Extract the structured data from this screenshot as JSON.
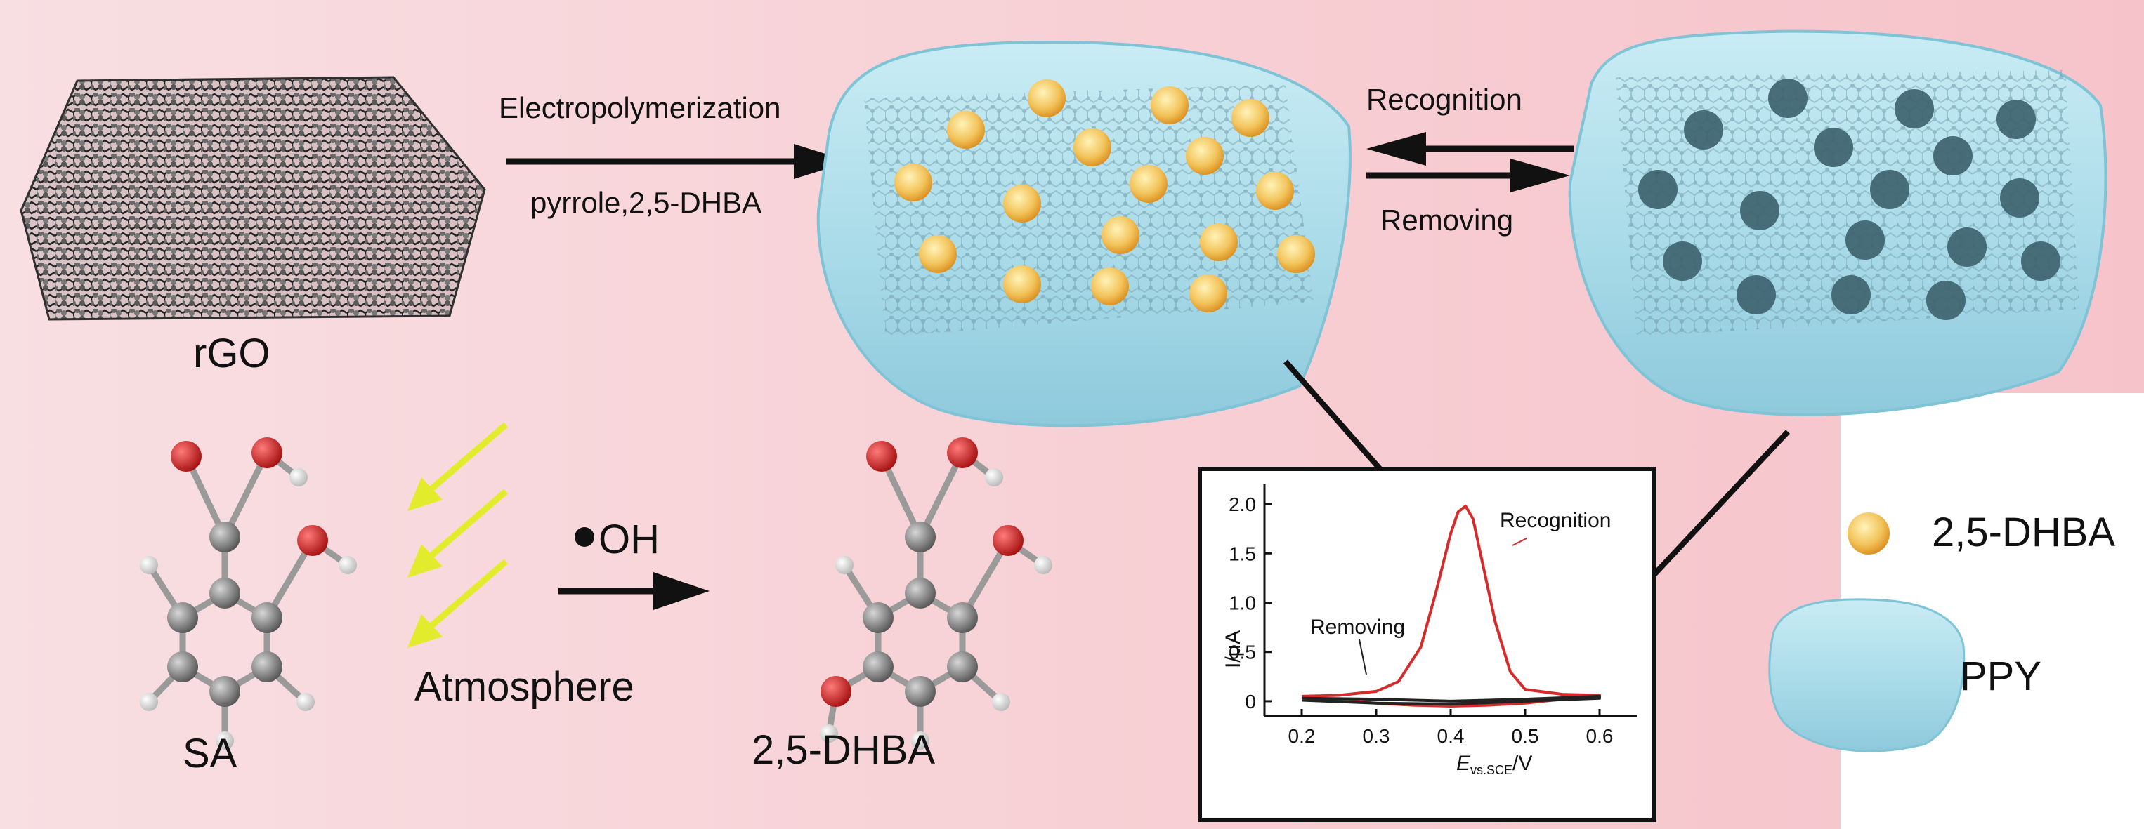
{
  "labels": {
    "rgo": "rGO",
    "electropolymerization": "Electropolymerization",
    "reagents": "pyrrole,2,5-DHBA",
    "recognition": "Recognition",
    "removing": "Removing",
    "sa": "SA",
    "oh_radical": "OH",
    "atmosphere": "Atmosphere",
    "product": "2,5-DHBA"
  },
  "legend": [
    {
      "label": "2,5-DHBA",
      "icon": "gold-sphere-icon"
    },
    {
      "label": "PPY",
      "icon": "blue-pad-icon"
    }
  ],
  "colors": {
    "background_left": "#f7d9dc",
    "background_right": "#f6c6cc",
    "ppy_blue": "#a8dbea",
    "sheet_grey": "#6e6e6e",
    "dhba_gold": "#f0c060",
    "template_hole": "#3f6470",
    "oxygen_red": "#c81e1e",
    "arrow_yellow": "#e6ee2a",
    "curve_red": "#d62b2b"
  },
  "chart_data": {
    "type": "line",
    "xlabel": "E",
    "xlabel_subscript": "vs.SCE",
    "xlabel_unit": "/V",
    "ylabel": "I/μA",
    "xlim": [
      0.15,
      0.65
    ],
    "ylim": [
      -0.15,
      2.2
    ],
    "xticks": [
      "0.2",
      "0.3",
      "0.4",
      "0.5",
      "0.6"
    ],
    "yticks": [
      "0",
      "0.5",
      "1.0",
      "1.5",
      "2.0"
    ],
    "series": [
      {
        "name": "Recognition",
        "color": "#d62b2b",
        "x": [
          0.2,
          0.25,
          0.3,
          0.33,
          0.36,
          0.38,
          0.4,
          0.41,
          0.42,
          0.43,
          0.44,
          0.46,
          0.48,
          0.5,
          0.55,
          0.6,
          0.6,
          0.55,
          0.5,
          0.45,
          0.4,
          0.35,
          0.3,
          0.25,
          0.2
        ],
        "y": [
          0.05,
          0.06,
          0.1,
          0.2,
          0.55,
          1.1,
          1.7,
          1.92,
          1.98,
          1.85,
          1.5,
          0.8,
          0.3,
          0.12,
          0.07,
          0.06,
          0.04,
          0.02,
          -0.02,
          -0.04,
          -0.05,
          -0.04,
          -0.02,
          0.01,
          0.04
        ]
      },
      {
        "name": "Removing",
        "color": "#222222",
        "x": [
          0.2,
          0.3,
          0.4,
          0.5,
          0.6,
          0.6,
          0.5,
          0.4,
          0.3,
          0.2
        ],
        "y": [
          0.03,
          0.02,
          0.0,
          0.02,
          0.05,
          0.03,
          0.0,
          -0.03,
          -0.02,
          0.01
        ]
      }
    ],
    "annotations": [
      "Recognition",
      "Removing"
    ]
  }
}
